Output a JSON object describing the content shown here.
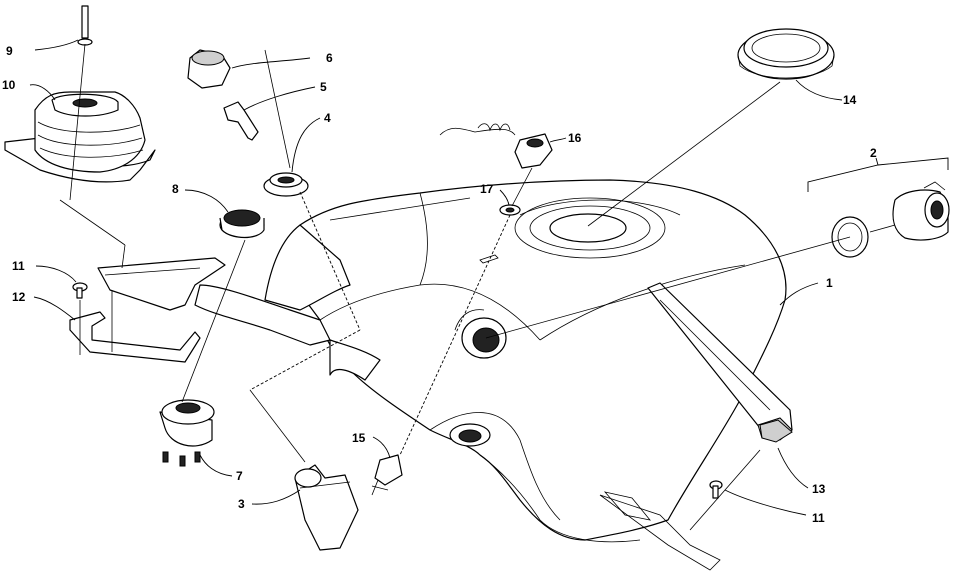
{
  "diagram": {
    "callouts": [
      {
        "id": "c1",
        "label": "1"
      },
      {
        "id": "c2",
        "label": "2"
      },
      {
        "id": "c3",
        "label": "3"
      },
      {
        "id": "c4",
        "label": "4"
      },
      {
        "id": "c5",
        "label": "5"
      },
      {
        "id": "c6",
        "label": "6"
      },
      {
        "id": "c7",
        "label": "7"
      },
      {
        "id": "c8",
        "label": "8"
      },
      {
        "id": "c9",
        "label": "9"
      },
      {
        "id": "c10",
        "label": "10"
      },
      {
        "id": "c11a",
        "label": "11"
      },
      {
        "id": "c11b",
        "label": "11"
      },
      {
        "id": "c12",
        "label": "12"
      },
      {
        "id": "c13",
        "label": "13"
      },
      {
        "id": "c14",
        "label": "14"
      },
      {
        "id": "c15",
        "label": "15"
      },
      {
        "id": "c16",
        "label": "16"
      },
      {
        "id": "c17",
        "label": "17"
      }
    ]
  }
}
